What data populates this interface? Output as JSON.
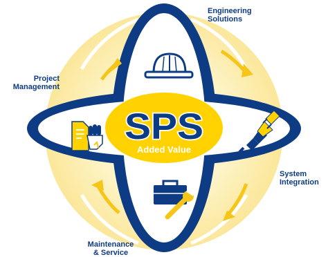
{
  "center": {
    "acronym": "SPS",
    "caption": "Added Value"
  },
  "labels": {
    "engineering": [
      "Engineering",
      "Solutions"
    ],
    "project_management": [
      "Project",
      "Management"
    ],
    "system_integration": [
      "System",
      "Integration"
    ],
    "maintenance": [
      "Maintenance",
      "& Service"
    ]
  },
  "icons": {
    "top": "hard-hat-icon",
    "left": "documents-icon",
    "right": "plug-icon",
    "bottom": "toolbox-wrench-icon"
  },
  "colors": {
    "navy": "#0d3b84",
    "yellow": "#ffd200",
    "pale_yellow": "#fdefb0",
    "arrow_yellow": "#f5c518",
    "white": "#ffffff"
  }
}
